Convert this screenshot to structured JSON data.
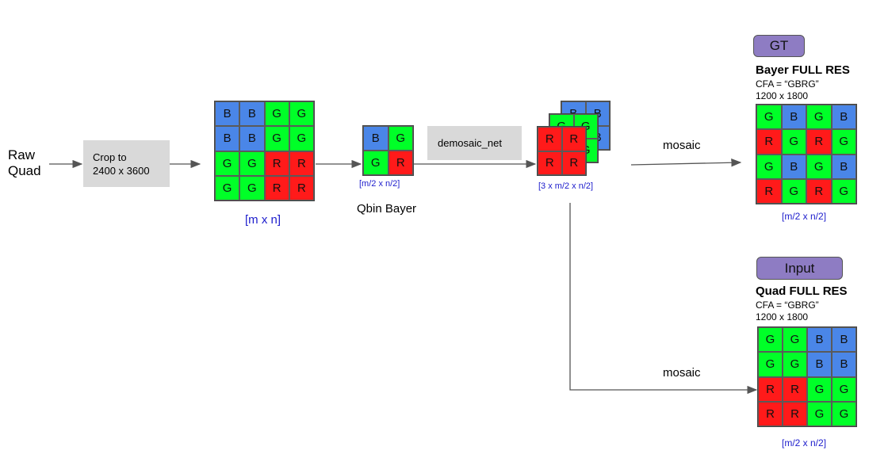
{
  "raw_label": [
    "Raw",
    "Quad"
  ],
  "crop_box": [
    "Crop to",
    "2400 x 3600"
  ],
  "full_grid": {
    "cells": [
      [
        "B",
        "B",
        "G",
        "G"
      ],
      [
        "B",
        "B",
        "G",
        "G"
      ],
      [
        "G",
        "G",
        "R",
        "R"
      ],
      [
        "G",
        "G",
        "R",
        "R"
      ]
    ],
    "caption": "[m x n]"
  },
  "qbin": {
    "cells": [
      [
        "B",
        "G"
      ],
      [
        "G",
        "R"
      ]
    ],
    "caption": "[m/2 x n/2]",
    "title": "Qbin Bayer"
  },
  "demosaic_box": "demosaic_net",
  "stack": {
    "back": [
      "B",
      "B",
      "B",
      "B"
    ],
    "middle": [
      "G",
      "G",
      "G",
      "G"
    ],
    "front": [
      "R",
      "R",
      "R",
      "R"
    ],
    "caption": "[3 x m/2 x n/2]"
  },
  "mosaic_top": "mosaic",
  "mosaic_bottom": "mosaic",
  "gt": {
    "pill": "GT",
    "title": "Bayer FULL RES",
    "cfa": "CFA = “GBRG”",
    "size": "1200 x 1800",
    "cells": [
      [
        "G",
        "B",
        "G",
        "B"
      ],
      [
        "R",
        "G",
        "R",
        "G"
      ],
      [
        "G",
        "B",
        "G",
        "B"
      ],
      [
        "R",
        "G",
        "R",
        "G"
      ]
    ],
    "caption": "[m/2 x n/2]"
  },
  "input": {
    "pill": "Input",
    "title": "Quad FULL RES",
    "cfa": "CFA = “GBRG”",
    "size": "1200 x 1800",
    "cells": [
      [
        "G",
        "G",
        "B",
        "B"
      ],
      [
        "G",
        "G",
        "B",
        "B"
      ],
      [
        "R",
        "R",
        "G",
        "G"
      ],
      [
        "R",
        "R",
        "G",
        "G"
      ]
    ],
    "caption": "[m/2 x n/2]"
  },
  "colors": {
    "blue": "#4a86e8",
    "green": "#00ff28",
    "red": "#ff1a1a",
    "pill": "#8e7cc3",
    "caption": "#1c1ccc"
  }
}
